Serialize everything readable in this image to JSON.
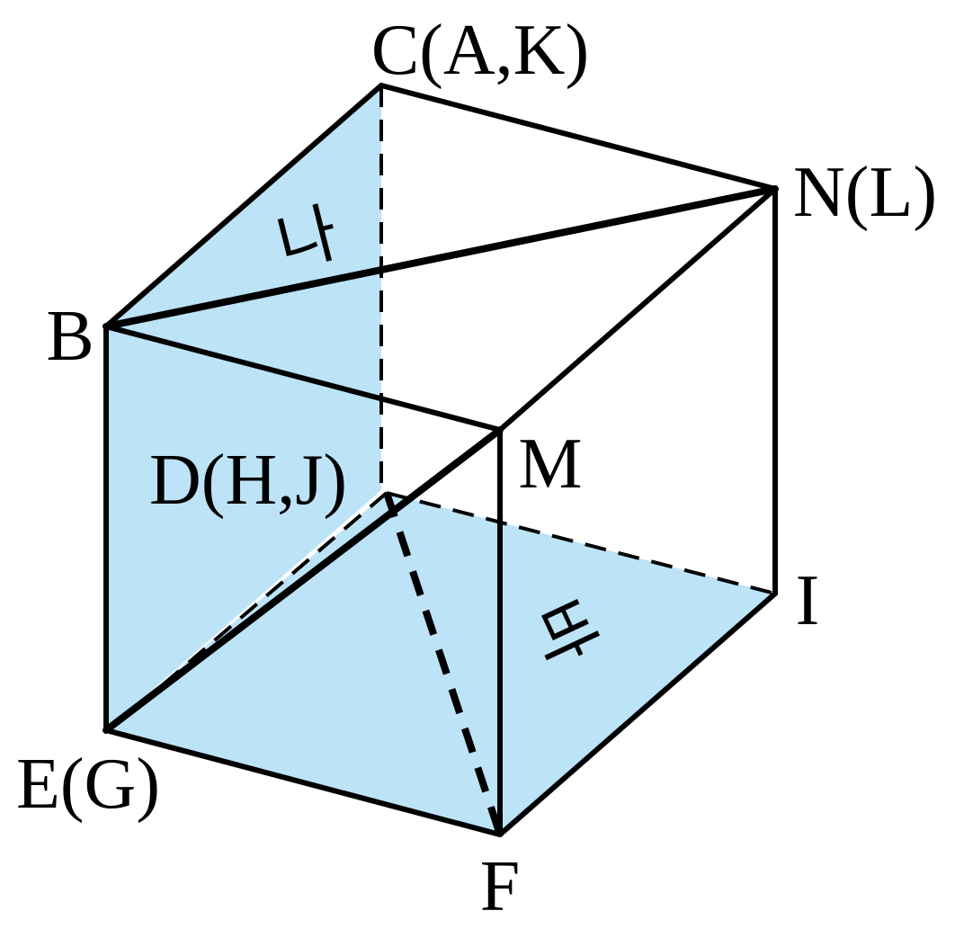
{
  "colors": {
    "face_fill": "#bde3f7",
    "stroke": "#000000",
    "background": "#ffffff"
  },
  "vertices": {
    "C": "C(A,K)",
    "N": "N(L)",
    "B": "B",
    "M": "M",
    "D": "D(H,J)",
    "I": "I",
    "E": "E(G)",
    "F": "F"
  },
  "faces": {
    "top_triangle": "나",
    "bottom_face": "바"
  }
}
